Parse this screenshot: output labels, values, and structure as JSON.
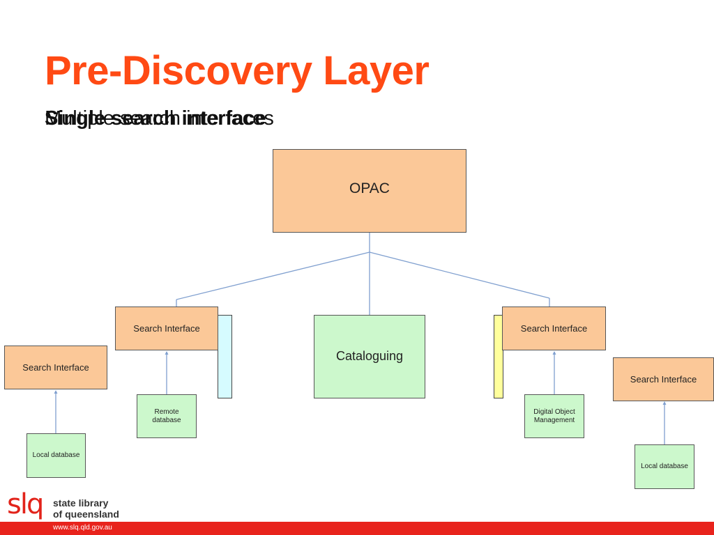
{
  "title": "Pre-Discovery Layer",
  "subtitle": {
    "line_a": "Multiple search interfaces",
    "line_b": "Single search interface"
  },
  "diagram": {
    "opac": "OPAC",
    "cataloguing": "Cataloguing",
    "search_interface_left_outer": "Search Interface",
    "search_interface_left_inner": "Search Interface",
    "search_interface_right_inner": "Search Interface",
    "search_interface_right_outer": "Search Interface",
    "local_database_left": "Local database",
    "remote_database": "Remote database",
    "digital_object_management": "Digital Object Management",
    "local_database_right": "Local database",
    "colors": {
      "search_box": "#fbc898",
      "database_box": "#ccf8cc",
      "connector": "#7f9fcf",
      "strip_cyan": "#d6fbff",
      "strip_yellow": "#ffff9c"
    }
  },
  "branding": {
    "logo_mark": "slq",
    "logo_line1": "state library",
    "logo_line2": "of queensland",
    "url": "www.slq.qld.gov.au",
    "accent": "#e8231c"
  }
}
